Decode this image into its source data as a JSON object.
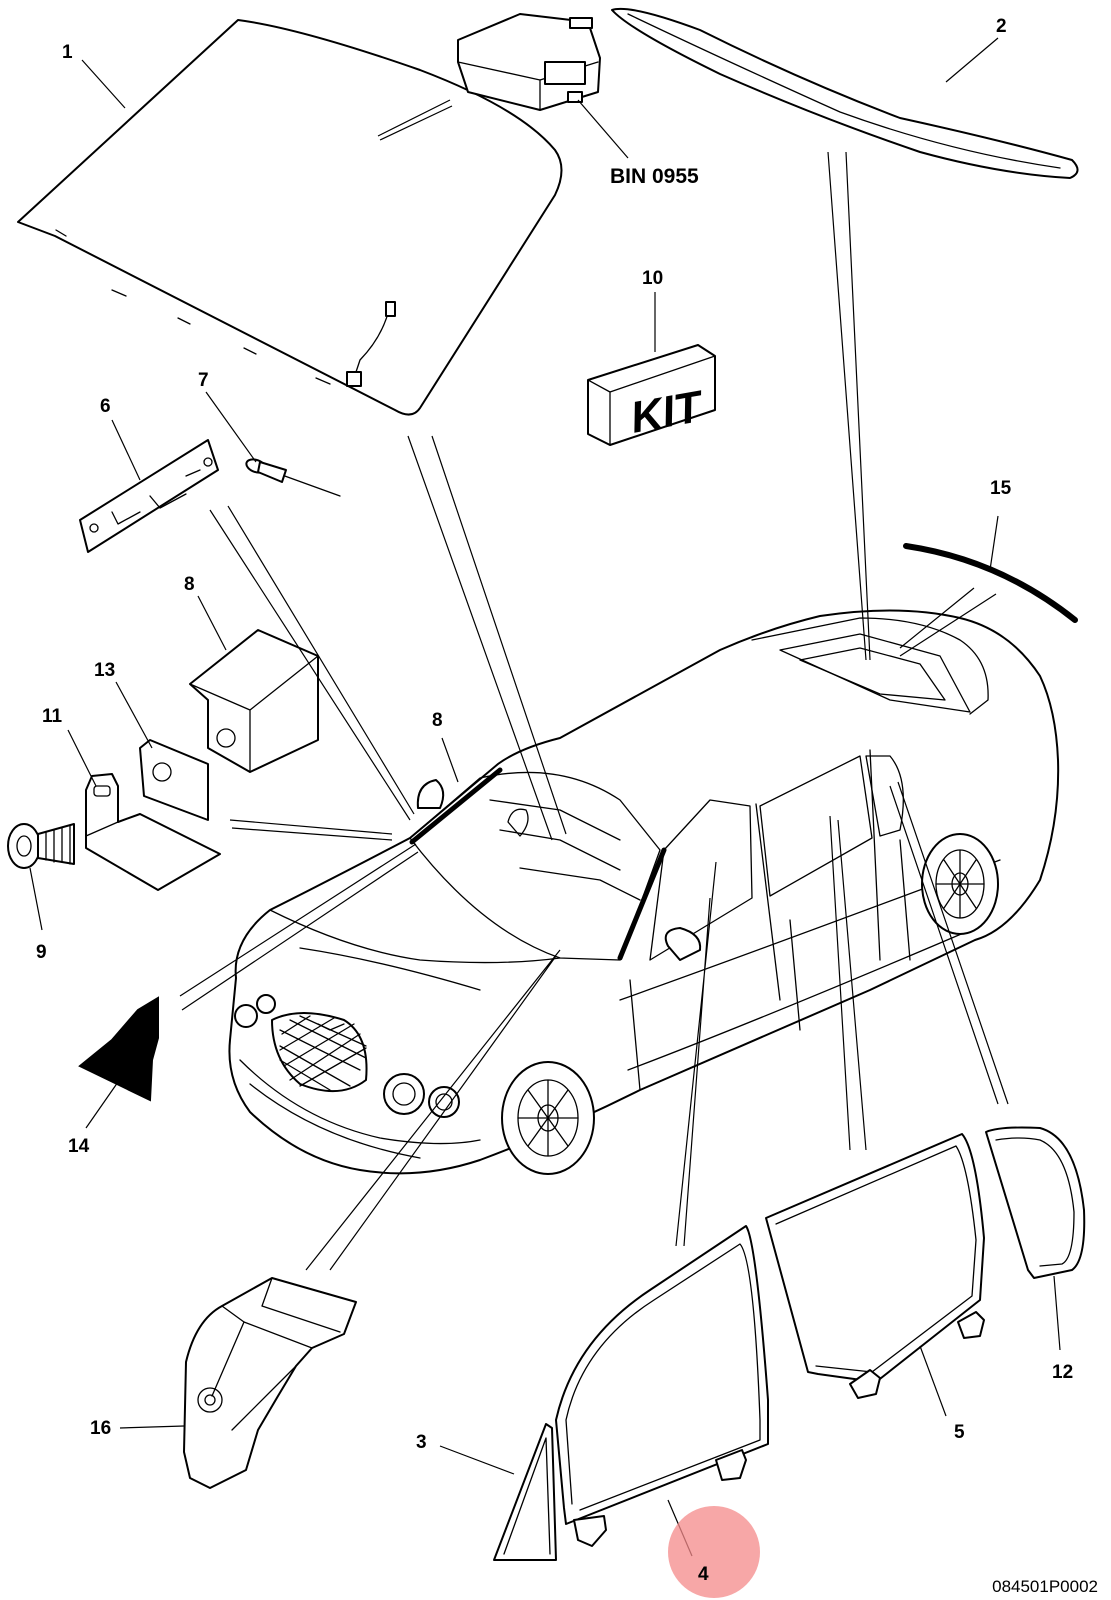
{
  "diagram": {
    "drawing_code": "084501P0002",
    "kit_label": "KIT",
    "bin_reference": "BIN 0955",
    "highlight_color": "#f48a8a",
    "callouts": [
      {
        "id": "1",
        "label": "1"
      },
      {
        "id": "2",
        "label": "2"
      },
      {
        "id": "3",
        "label": "3"
      },
      {
        "id": "4",
        "label": "4",
        "highlighted": true
      },
      {
        "id": "5",
        "label": "5"
      },
      {
        "id": "6",
        "label": "6"
      },
      {
        "id": "7",
        "label": "7"
      },
      {
        "id": "8a",
        "label": "8"
      },
      {
        "id": "8b",
        "label": "8"
      },
      {
        "id": "9",
        "label": "9"
      },
      {
        "id": "10",
        "label": "10"
      },
      {
        "id": "11",
        "label": "11"
      },
      {
        "id": "12",
        "label": "12"
      },
      {
        "id": "13",
        "label": "13"
      },
      {
        "id": "14",
        "label": "14"
      },
      {
        "id": "15",
        "label": "15"
      },
      {
        "id": "16",
        "label": "16"
      }
    ]
  }
}
